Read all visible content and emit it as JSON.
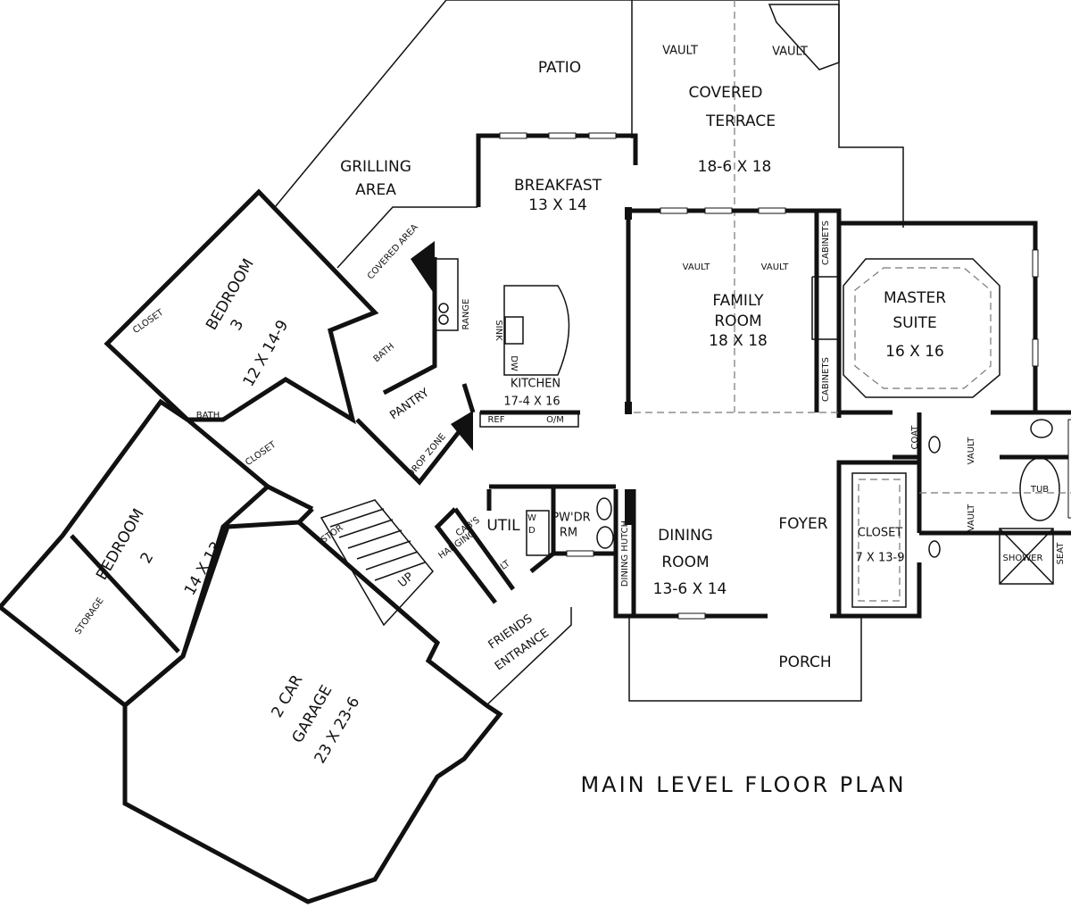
{
  "title": "MAIN LEVEL FLOOR PLAN",
  "colors": {
    "line": "#111111",
    "background": "#ffffff",
    "dashed": "#777777"
  },
  "rooms": {
    "patio": {
      "name": "PATIO"
    },
    "covered_terrace": {
      "name1": "COVERED",
      "name2": "TERRACE",
      "size": "18-6 X 18",
      "vault_left": "VAULT",
      "vault_right": "VAULT"
    },
    "grilling_area": {
      "name1": "GRILLING",
      "name2": "AREA",
      "covered": "COVERED AREA"
    },
    "breakfast": {
      "name": "BREAKFAST",
      "size": "13 X 14"
    },
    "bedroom3": {
      "name": "BEDROOM",
      "num": "3",
      "size": "12 X 14-9",
      "closet": "CLOSET",
      "bath": "BATH"
    },
    "bath_hall": {
      "name": "BATH"
    },
    "kitchen": {
      "name": "KITCHEN",
      "size": "17-4 X 16",
      "range": "RANGE",
      "sink": "SINK",
      "dw": "DW",
      "ref": "REF",
      "om": "O/M",
      "pantry": "PANTRY",
      "drop_zone": "DROP ZONE"
    },
    "family_room": {
      "name1": "FAMILY",
      "name2": "ROOM",
      "size": "18 X 18",
      "vault_left": "VAULT",
      "vault_right": "VAULT",
      "cabinets_top": "CABINETS",
      "cabinets_bottom": "CABINETS"
    },
    "master_suite": {
      "name1": "MASTER",
      "name2": "SUITE",
      "size": "16 X 16",
      "coat": "COAT",
      "vault_top": "VAULT",
      "vault_bottom": "VAULT",
      "tub": "TUB",
      "shower": "SHOWER",
      "seat": "SEAT"
    },
    "bedroom2": {
      "name": "BEDROOM",
      "num": "2",
      "size": "14 X 13",
      "closet": "CLOSET"
    },
    "storage": {
      "name": "STORAGE"
    },
    "stair": {
      "stor": "STOR",
      "up": "UP"
    },
    "util": {
      "name": "UTIL",
      "w": "W",
      "d": "D",
      "cabs": "CAB'S",
      "hanging": "HANGING",
      "lt": "LT"
    },
    "powder": {
      "name1": "PW'DR",
      "name2": "RM"
    },
    "dining": {
      "name1": "DINING",
      "name2": "ROOM",
      "size": "13-6 X 14",
      "hutch": "DINING HUTCH"
    },
    "foyer": {
      "name": "FOYER"
    },
    "closet_master": {
      "name": "CLOSET",
      "size": "7 X 13-9"
    },
    "friends_entrance": {
      "name1": "FRIENDS",
      "name2": "ENTRANCE"
    },
    "porch": {
      "name": "PORCH"
    },
    "garage": {
      "name1": "2 CAR",
      "name2": "GARAGE",
      "size": "23 X 23-6"
    }
  }
}
